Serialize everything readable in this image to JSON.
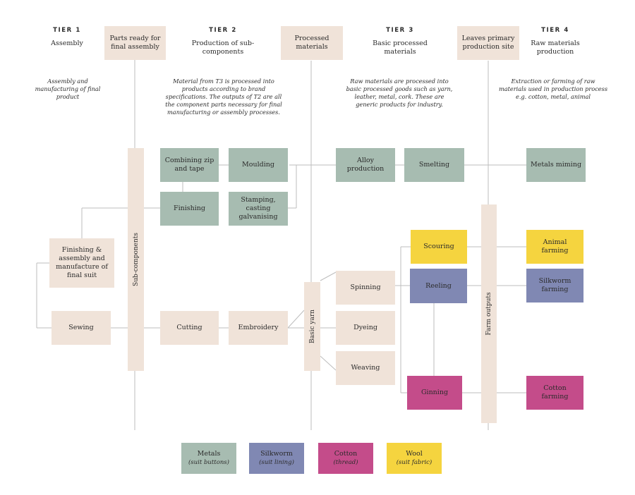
{
  "tiers": [
    {
      "label": "TIER 1",
      "name": "Assembly",
      "description": "Assembly and manufacturing of final product"
    },
    {
      "label": "TIER 2",
      "name": "Production of sub-components",
      "description": "Material from T3 is processed into products according to brand specifications. The outputs of T2 are all the component parts necessary for final manufacturing or assembly processes."
    },
    {
      "label": "TIER 3",
      "name": "Basic processed materials",
      "description": "Raw materials are processed into basic processed goods such as yarn, leather, metal, cork. These are generic products for industry."
    },
    {
      "label": "TIER 4",
      "name": "Raw materials production",
      "description": "Extraction or farming of raw materials used in production process e.g. cotton, metal, animal"
    }
  ],
  "boundaries": {
    "t1_t2": "Parts ready for final assembly",
    "t2_t3": "Processed materials",
    "t3_t4": "Leaves primary production site"
  },
  "bars": {
    "sub_components": "Sub-components",
    "basic_yarn": "Basic yarn",
    "farm_outputs": "Farm outputs"
  },
  "nodes": {
    "finishing_assembly": "Finishing & assembly and manufacture of final suit",
    "sewing": "Sewing",
    "combining_zip": "Combining zip and tape",
    "moulding": "Moulding",
    "finishing": "Finishing",
    "stamping": "Stamping, casting galvanising",
    "cutting": "Cutting",
    "embroidery": "Embroidery",
    "alloy": "Alloy production",
    "smelting": "Smelting",
    "spinning": "Spinning",
    "dyeing": "Dyeing",
    "weaving": "Weaving",
    "scouring": "Scouring",
    "reeling": "Reeling",
    "ginning": "Ginning",
    "metals_mining": "Metals miming",
    "animal_farming": "Animal farming",
    "silkworm_farming": "Silkworm farming",
    "cotton_farming": "Cotton farming"
  },
  "legend": [
    {
      "name": "Metals",
      "sub": "(suit buttons)",
      "color": "#a7bcb1"
    },
    {
      "name": "Silkworm",
      "sub": "(suit lining)",
      "color": "#8088b3"
    },
    {
      "name": "Cotton",
      "sub": "(thread)",
      "color": "#c44c8a"
    },
    {
      "name": "Wool",
      "sub": "(suit fabric)",
      "color": "#f5d43f"
    }
  ],
  "colors": {
    "neutral": "#f0e3d9",
    "metals": "#a7bcb1",
    "silkworm": "#8088b3",
    "cotton": "#c44c8a",
    "wool": "#f5d43f",
    "line": "#b8b8b8"
  }
}
